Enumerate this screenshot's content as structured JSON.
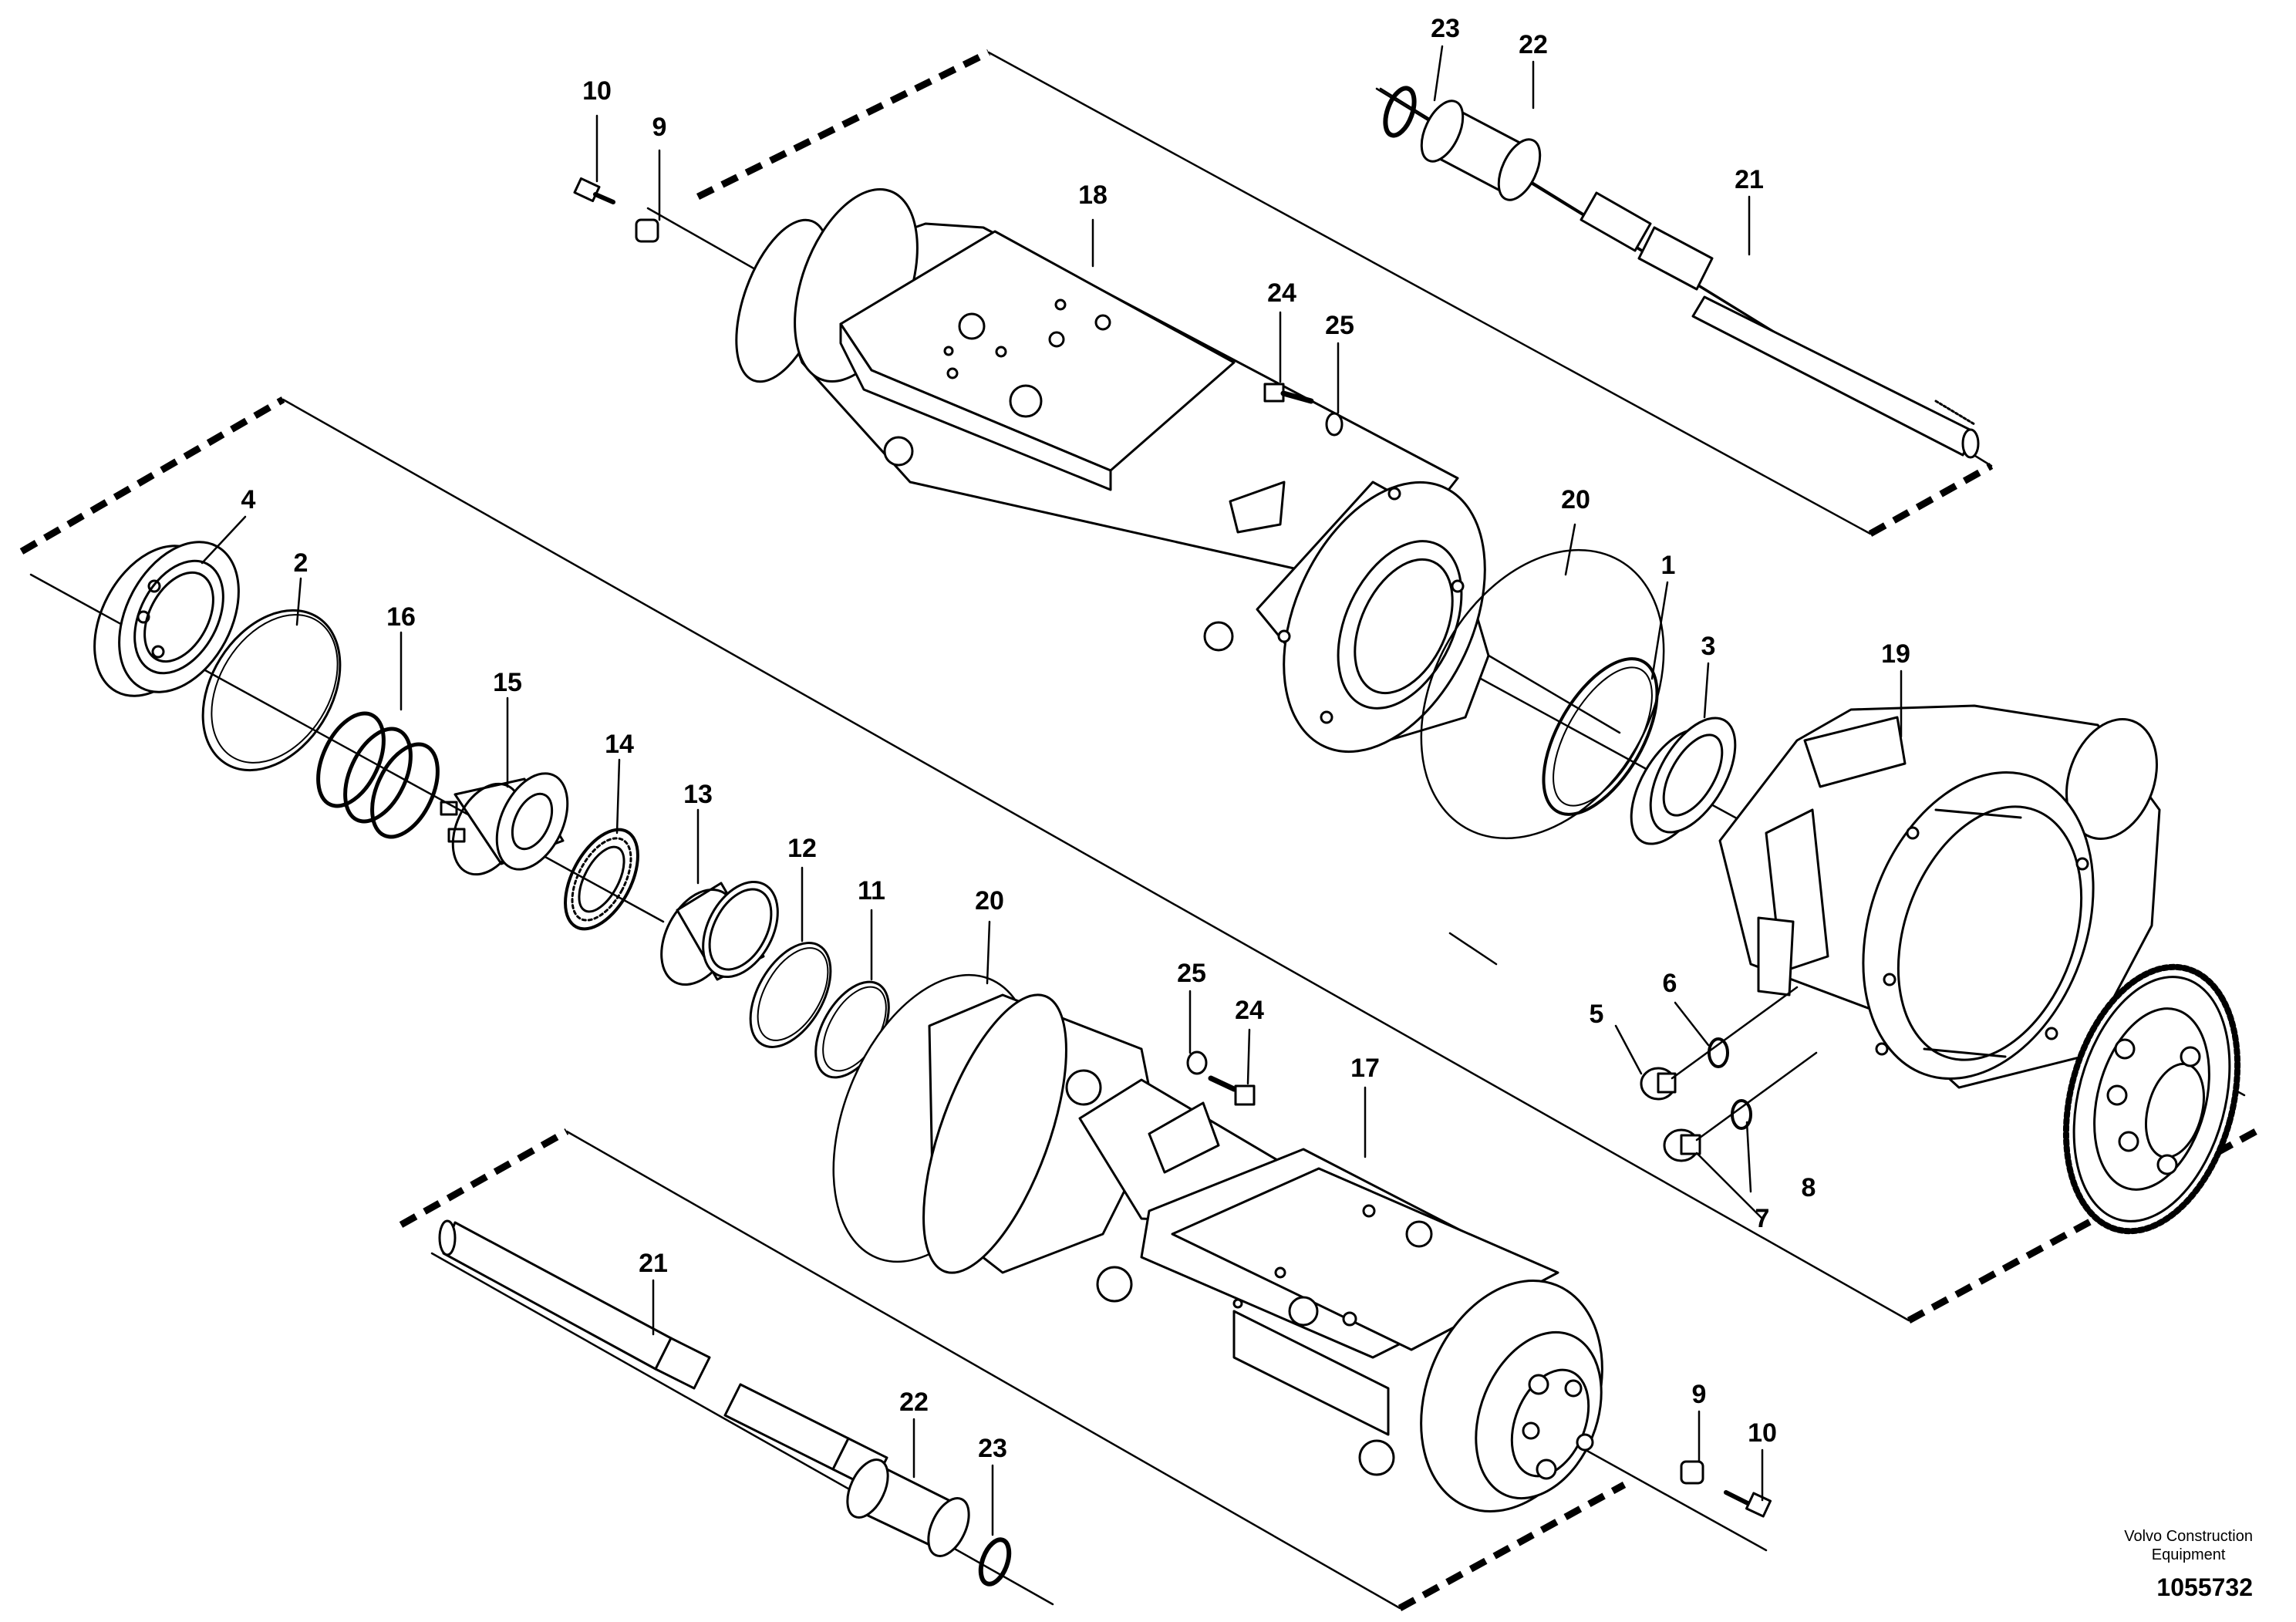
{
  "callouts": {
    "c1": "1",
    "c2": "2",
    "c3": "3",
    "c4": "4",
    "c5": "5",
    "c6": "6",
    "c7": "7",
    "c8": "8",
    "c9a": "9",
    "c9b": "9",
    "c10a": "10",
    "c10b": "10",
    "c11": "11",
    "c12": "12",
    "c13": "13",
    "c14": "14",
    "c15": "15",
    "c16": "16",
    "c17": "17",
    "c18": "18",
    "c19": "19",
    "c20a": "20",
    "c20b": "20",
    "c21a": "21",
    "c21b": "21",
    "c22a": "22",
    "c22b": "22",
    "c23a": "23",
    "c23b": "23",
    "c24a": "24",
    "c24b": "24",
    "c25a": "25",
    "c25b": "25"
  },
  "footer": {
    "credit_line1": "Volvo Construction",
    "credit_line2": "Equipment",
    "doc_number": "1055732"
  }
}
